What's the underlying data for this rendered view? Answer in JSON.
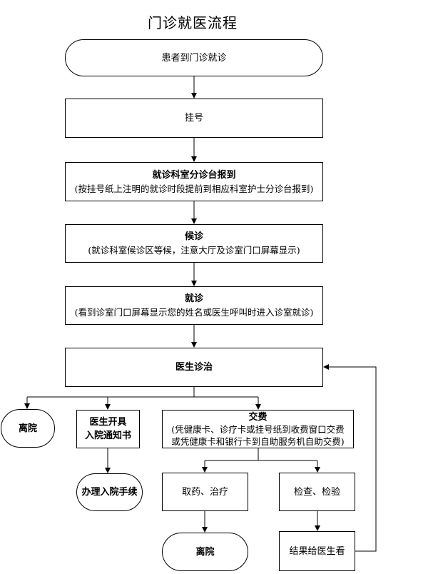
{
  "title": "门诊就医流程",
  "nodes": {
    "arrive": {
      "text": "患者到门诊就诊"
    },
    "register": {
      "text": "挂号"
    },
    "checkin": {
      "title": "就诊科室分诊台报到",
      "detail": "(按挂号纸上注明的就诊时段提前到相应科室护士分诊台报到)"
    },
    "wait": {
      "title": "候诊",
      "detail": "(就诊科室候诊区等候，注意大厅及诊室门口屏幕显示)"
    },
    "consult": {
      "title": "就诊",
      "detail": "(看到诊室门口屏幕显示您的姓名或医生呼叫时进入诊室就诊)"
    },
    "diagnosis": {
      "text": "医生诊治"
    },
    "leave1": {
      "text": "离院"
    },
    "admission_notice": {
      "line1": "医生开具",
      "line2": "入院通知书"
    },
    "admission_procedure": {
      "text": "办理入院手续"
    },
    "payment": {
      "title": "交费",
      "line1": "(凭健康卡、诊疗卡或挂号纸到收费窗口交费",
      "line2": "或凭健康卡和银行卡到自助服务机自助交费)"
    },
    "medicine": {
      "text": "取药、治疗"
    },
    "exam": {
      "text": "检查、检验"
    },
    "leave2": {
      "text": "离院"
    },
    "results": {
      "text": "结果给医生看"
    }
  }
}
